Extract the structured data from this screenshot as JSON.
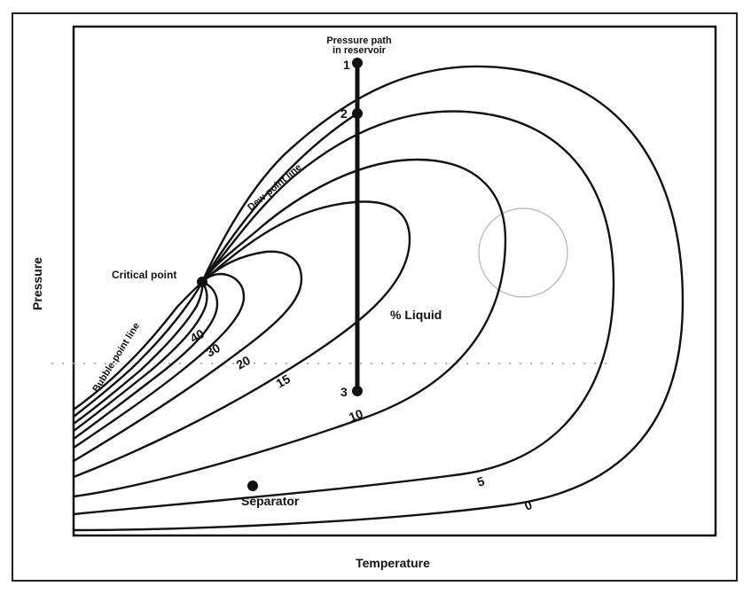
{
  "diagram": {
    "x_axis_label": "Temperature",
    "y_axis_label": "Pressure",
    "critical_point_label": "Critical point",
    "dew_point_label": "Dew-point line",
    "bubble_point_label": "Bubble-point line",
    "pressure_path_label_line1": "Pressure path",
    "pressure_path_label_line2": "in reservoir",
    "liquid_label": "% Liquid",
    "separator_label": "Separator",
    "point_labels": [
      "1",
      "2",
      "3"
    ],
    "contour_labels": [
      "40",
      "30",
      "20",
      "15",
      "10",
      "5",
      "0"
    ]
  }
}
